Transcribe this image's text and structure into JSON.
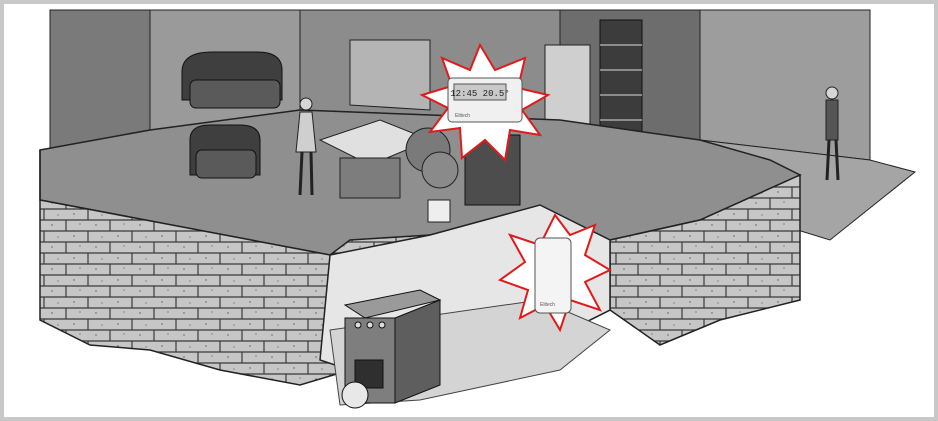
{
  "illustration": {
    "thermostat": {
      "display_text": "12:45 20.5°",
      "brand_label": "Elitech"
    },
    "receiver": {
      "brand_label": "Elitech"
    }
  },
  "colors": {
    "frame": "#c8c8c8",
    "floor": "#8f8f8f",
    "floor_light": "#b5b5b5",
    "wall_dark": "#5e5e5e",
    "brick": "#c4c4c4",
    "basement_floor": "#d9d9d9",
    "starburst": "#e01b1b",
    "furniture": "#4a4a4a"
  }
}
